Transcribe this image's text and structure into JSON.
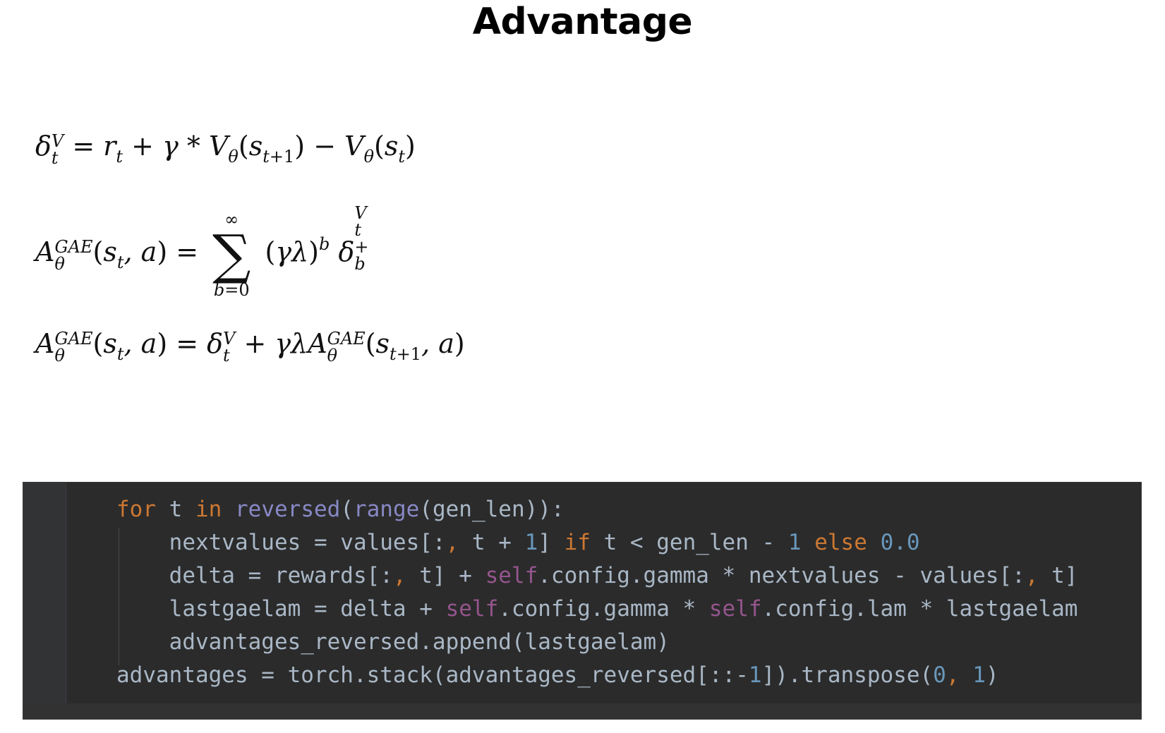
{
  "slide": {
    "title": "Advantage"
  },
  "equations": {
    "eq1": "δ_t^V = r_t + γ * V_θ(s_{t+1}) − V_θ(s_t)",
    "eq2": "A_θ^GAE(s_t, a) = Σ_{b=0}^{∞} (γλ)^b δ_{t+b}^V",
    "eq3": "A_θ^GAE(s_t, a) = δ_t^V + γλA_θ^GAE(s_{t+1}, a)"
  },
  "code": {
    "lines": [
      "for t in reversed(range(gen_len)):",
      "    nextvalues = values[:, t + 1] if t < gen_len - 1 else 0.0",
      "    delta = rewards[:, t] + self.config.gamma * nextvalues - values[:, t]",
      "    lastgaelam = delta + self.config.gamma * self.config.lam * lastgaelam",
      "    advantages_reversed.append(lastgaelam)",
      "advantages = torch.stack(advantages_reversed[::-1]).transpose(0, 1)"
    ],
    "theme": {
      "background": "#2b2b2b",
      "text": "#a9b7c6",
      "keyword": "#cc7832",
      "builtin": "#8888c6",
      "number": "#6897bb",
      "self": "#94558d"
    }
  }
}
